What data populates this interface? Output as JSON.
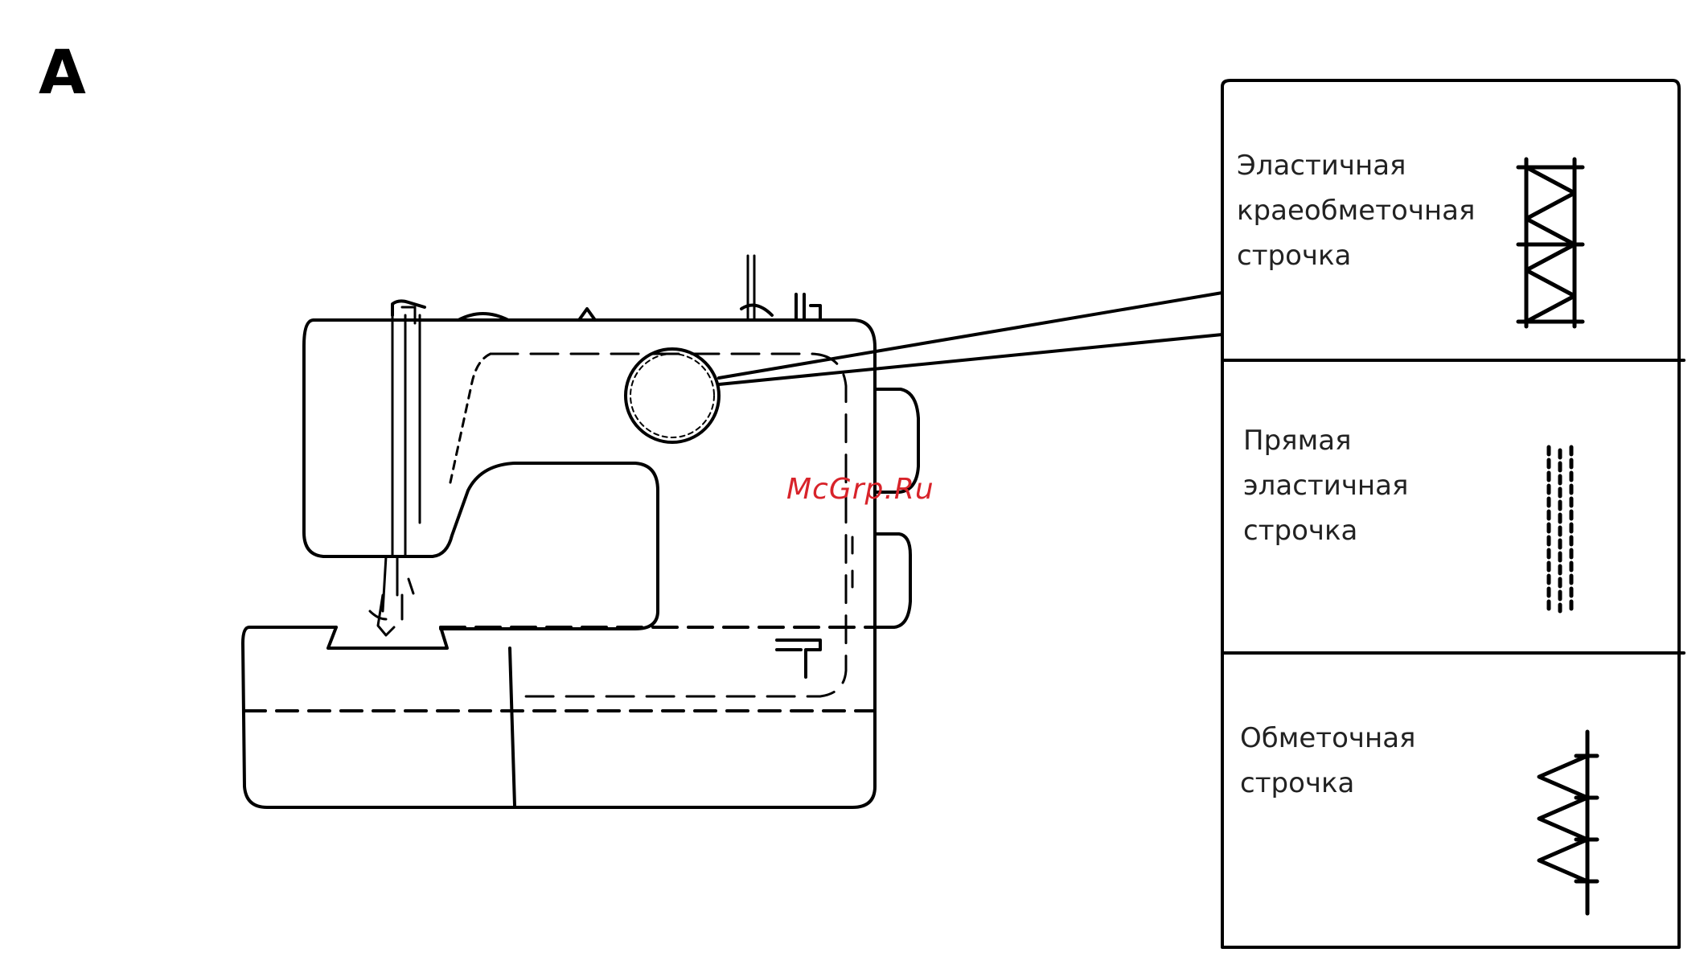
{
  "figure": {
    "letter": "A"
  },
  "watermark": "McGrp.Ru",
  "stitch_panels": [
    {
      "lines": [
        "Эластичная",
        "краеобметочная",
        "строчка"
      ],
      "pattern": "elastic-overlock-stitch"
    },
    {
      "lines": [
        "Прямая",
        "эластичная",
        "строчка"
      ],
      "pattern": "straight-stretch-stitch"
    },
    {
      "lines": [
        "Обметочная",
        "строчка"
      ],
      "pattern": "overcast-stitch"
    }
  ]
}
